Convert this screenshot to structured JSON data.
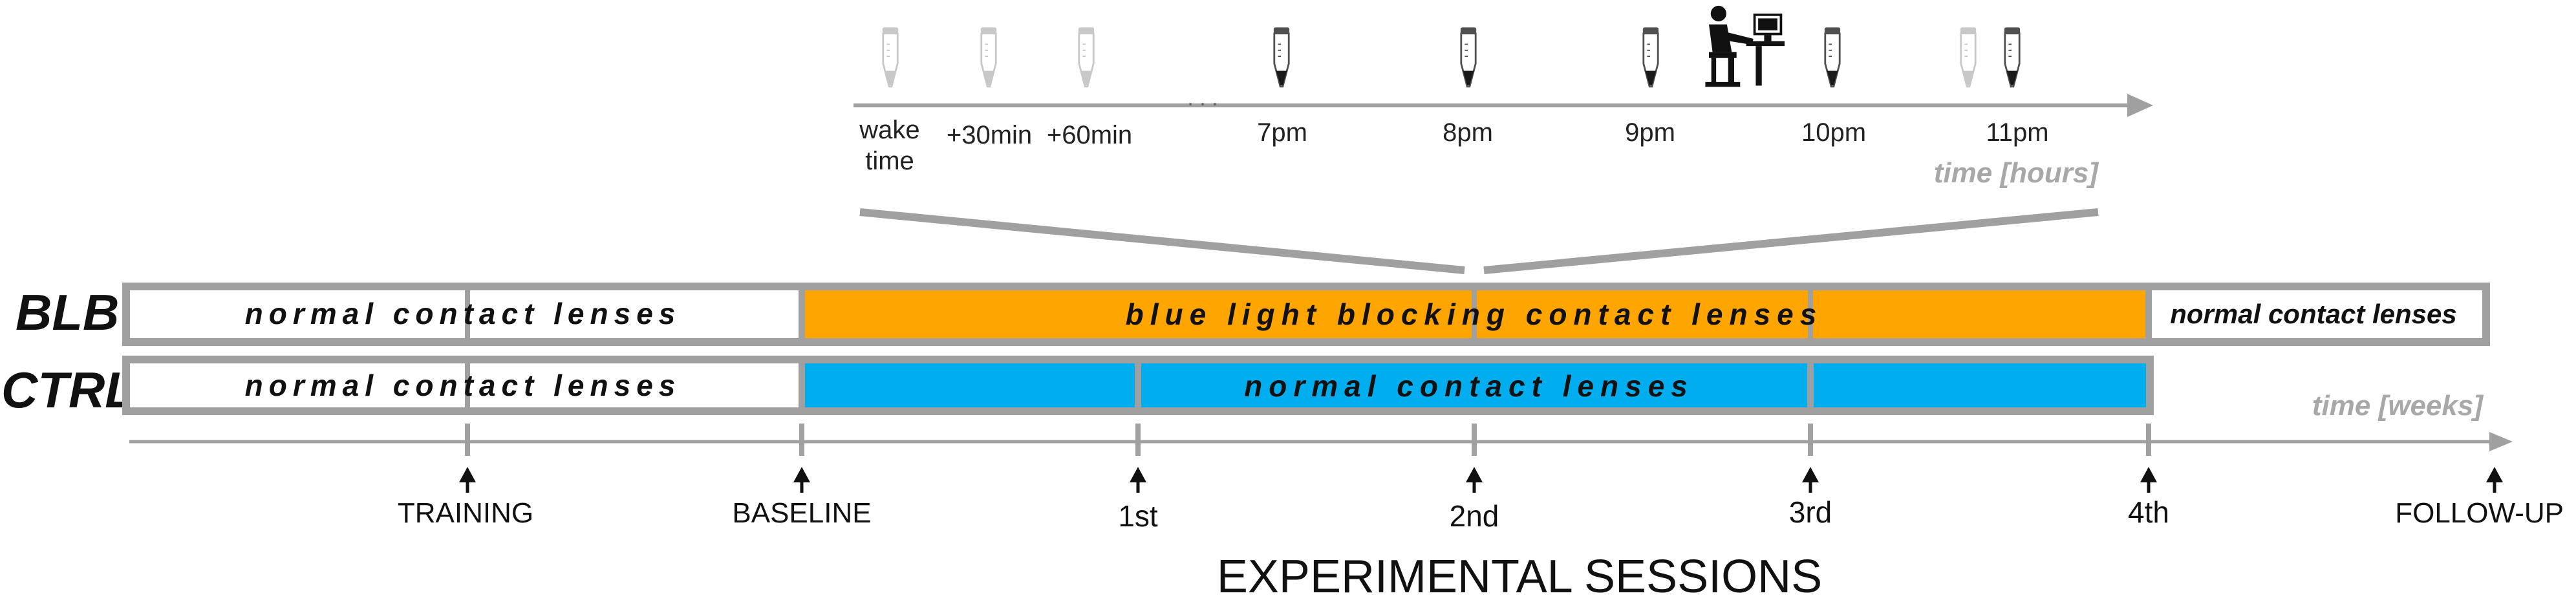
{
  "colors": {
    "gray": "#a0a0a0",
    "orange": "#ffa500",
    "blue": "#00aeef",
    "black": "#111111",
    "white": "#ffffff"
  },
  "groups": {
    "blb_label": "BLB",
    "ctrl_label": "CTRL"
  },
  "blb_bar": {
    "pre": "normal contact lenses",
    "during": "blue light blocking contact lenses",
    "post": "normal contact lenses"
  },
  "ctrl_bar": {
    "pre": "normal contact lenses",
    "during": "normal contact lenses"
  },
  "session_timeline": {
    "axis_label": "time [weeks]",
    "sessions": [
      "TRAINING",
      "BASELINE",
      "1st",
      "2nd",
      "3rd",
      "4th",
      "FOLLOW-UP"
    ],
    "title": "EXPERIMENTAL SESSIONS"
  },
  "hours_timeline": {
    "axis_label": "time [hours]",
    "ellipsis": ". . .",
    "labels": {
      "wake_line1": "wake",
      "wake_line2": "time",
      "p30": "+30min",
      "p60": "+60min",
      "t7": "7pm",
      "t8": "8pm",
      "t9": "9pm",
      "t10": "10pm",
      "t11": "11pm"
    },
    "icons": {
      "saliva_tube_light": "saliva-tube-light-icon",
      "saliva_tube_dark": "saliva-tube-dark-icon",
      "computer_user": "person-at-computer-icon"
    }
  }
}
